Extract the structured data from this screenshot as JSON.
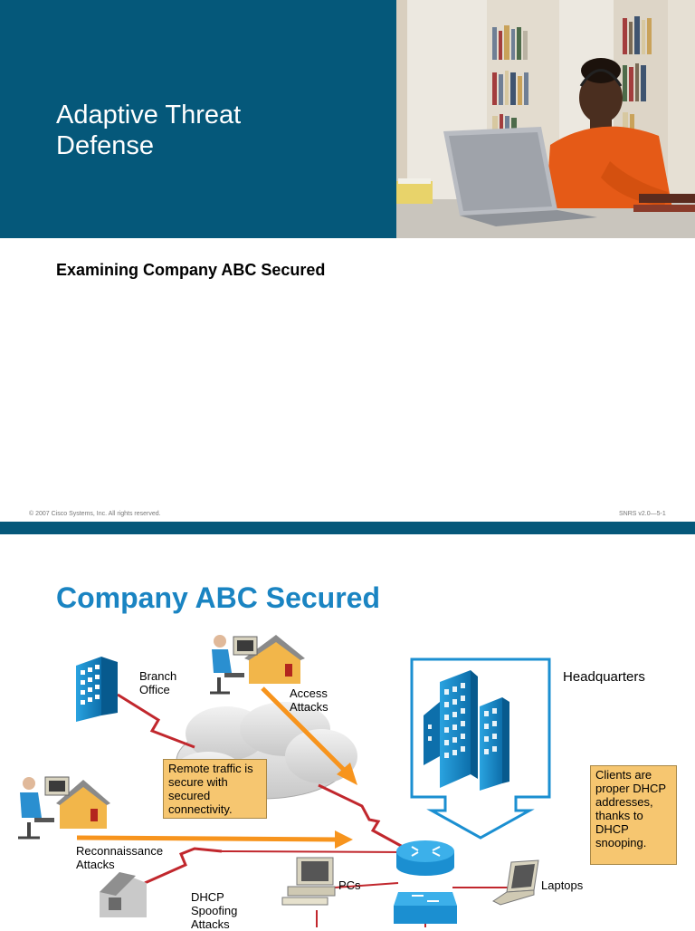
{
  "slide1": {
    "title": "Adaptive Threat Defense",
    "subtitle": "Examining Company ABC Secured",
    "footer_left": "© 2007 Cisco Systems, Inc. All rights reserved.",
    "footer_right": "SNRS v2.0—5-1"
  },
  "slide2": {
    "title": "Company ABC Secured",
    "labels": {
      "branch_office": "Branch Office",
      "access_attacks": "Access Attacks",
      "headquarters": "Headquarters",
      "reconnaissance_attacks": "Reconnaissance Attacks",
      "dhcp_spoofing_attacks": "DHCP Spoofing Attacks",
      "pcs": "PCs",
      "laptops": "Laptops"
    },
    "callouts": {
      "remote_traffic": "Remote traffic is secure with secured connectivity.",
      "clients_dhcp": "Clients are proper DHCP addresses, thanks to DHCP snooping."
    }
  },
  "colors": {
    "header_blue": "#05587a",
    "title_blue": "#1a84c2",
    "callout_fill": "#f6c670",
    "attack_arrow": "#f7941d",
    "link_red": "#c1272d",
    "device_blue": "#1b8fd1"
  }
}
